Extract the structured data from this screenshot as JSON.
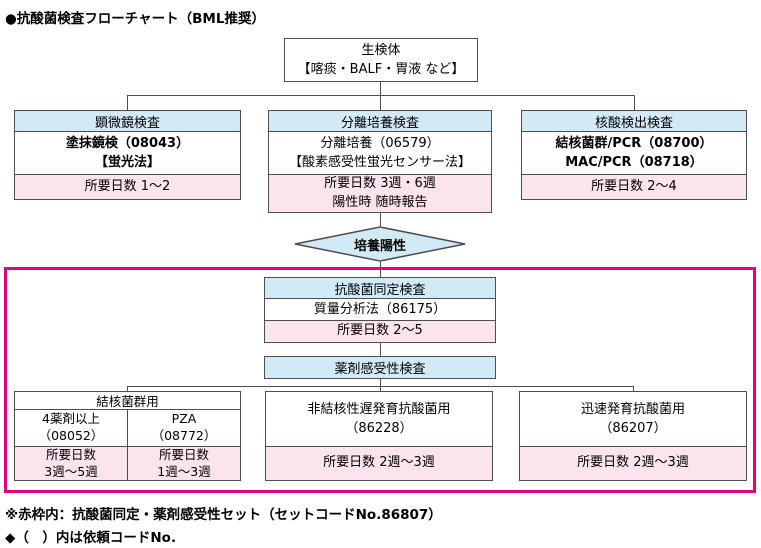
{
  "title": "●抗酸菌検査フローチャート（BML推奨）",
  "specimen": {
    "line1": "生検体",
    "line2": "【喀痰・BALF・胃液 など】"
  },
  "culture_positive": "培養陽性",
  "columns": [
    {
      "header": "顕微鏡検査",
      "body_line1": "塗抹鏡検（08043）",
      "body_line2": "【蛍光法】",
      "days_line1": "所要日数 1～2"
    },
    {
      "header": "分離培養検査",
      "body_line1": "分離培養（06579）",
      "body_line2": "【酸素感受性蛍光センサー法】",
      "days_line1": "所要日数 3週・6週",
      "days_line2": "陽性時 随時報告"
    },
    {
      "header": "核酸検出検査",
      "body_line1": "結核菌群/PCR（08700）",
      "body_line2": "MAC/PCR（08718）",
      "days_line1": "所要日数 2～4"
    }
  ],
  "identification": {
    "header": "抗酸菌同定検査",
    "body": "質量分析法（86175）",
    "days": "所要日数 2～5"
  },
  "susceptibility_header": "薬剤感受性検査",
  "tb_group": {
    "title": "結核菌群用",
    "left": {
      "body_line1": "4薬剤以上",
      "body_line2": "（08052）",
      "days_line1": "所要日数",
      "days_line2": "3週～5週"
    },
    "right": {
      "body_line1": "PZA",
      "body_line2": "（08772）",
      "days_line1": "所要日数",
      "days_line2": "1週～3週"
    }
  },
  "slow_growing": {
    "body_line1": "非結核性遅発育抗酸菌用",
    "body_line2": "（86228）",
    "days": "所要日数 2週～3週"
  },
  "rapid_growing": {
    "body_line1": "迅速発育抗酸菌用",
    "body_line2": "（86207）",
    "days": "所要日数 2週～3週"
  },
  "notes": {
    "note1": "※赤枠内：抗酸菌同定・薬剤感受性セット（セットコードNo.86807）",
    "note2": "◆（　）内は依頼コードNo."
  },
  "colors": {
    "header_blue": "#d2e9f6",
    "pink": "#fce4ef",
    "magenta_border": "#e4007f",
    "line": "#4d4d4d"
  }
}
